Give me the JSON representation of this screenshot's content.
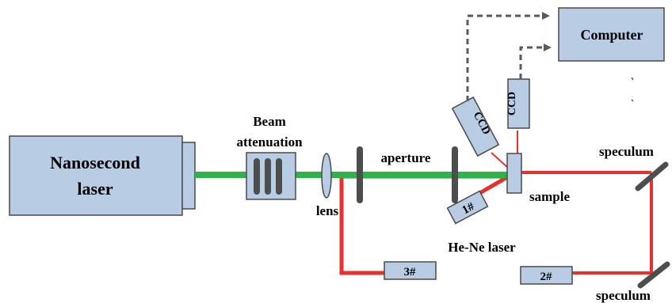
{
  "components": {
    "laser": "Nanosecond laser",
    "laser_line1": "Nanosecond",
    "laser_line2": "laser",
    "attenuation_line1": "Beam",
    "attenuation_line2": "attenuation",
    "lens": "lens",
    "aperture": "aperture",
    "ccd_tilted": "CCD",
    "ccd_vertical": "CCD",
    "computer": "Computer",
    "sample": "sample",
    "speculum_top": "speculum",
    "speculum_bottom": "speculum",
    "hene_laser": "He-Ne laser",
    "label_1": "1#",
    "label_2": "2#",
    "label_3": "3#"
  },
  "colors": {
    "box_fill": "#b8cce4",
    "box_stroke": "#4a4a4a",
    "green_beam": "#2eb34a",
    "red_beam": "#e8312f",
    "dark": "#4d4d4d",
    "dashed": "#5a5a5a"
  }
}
